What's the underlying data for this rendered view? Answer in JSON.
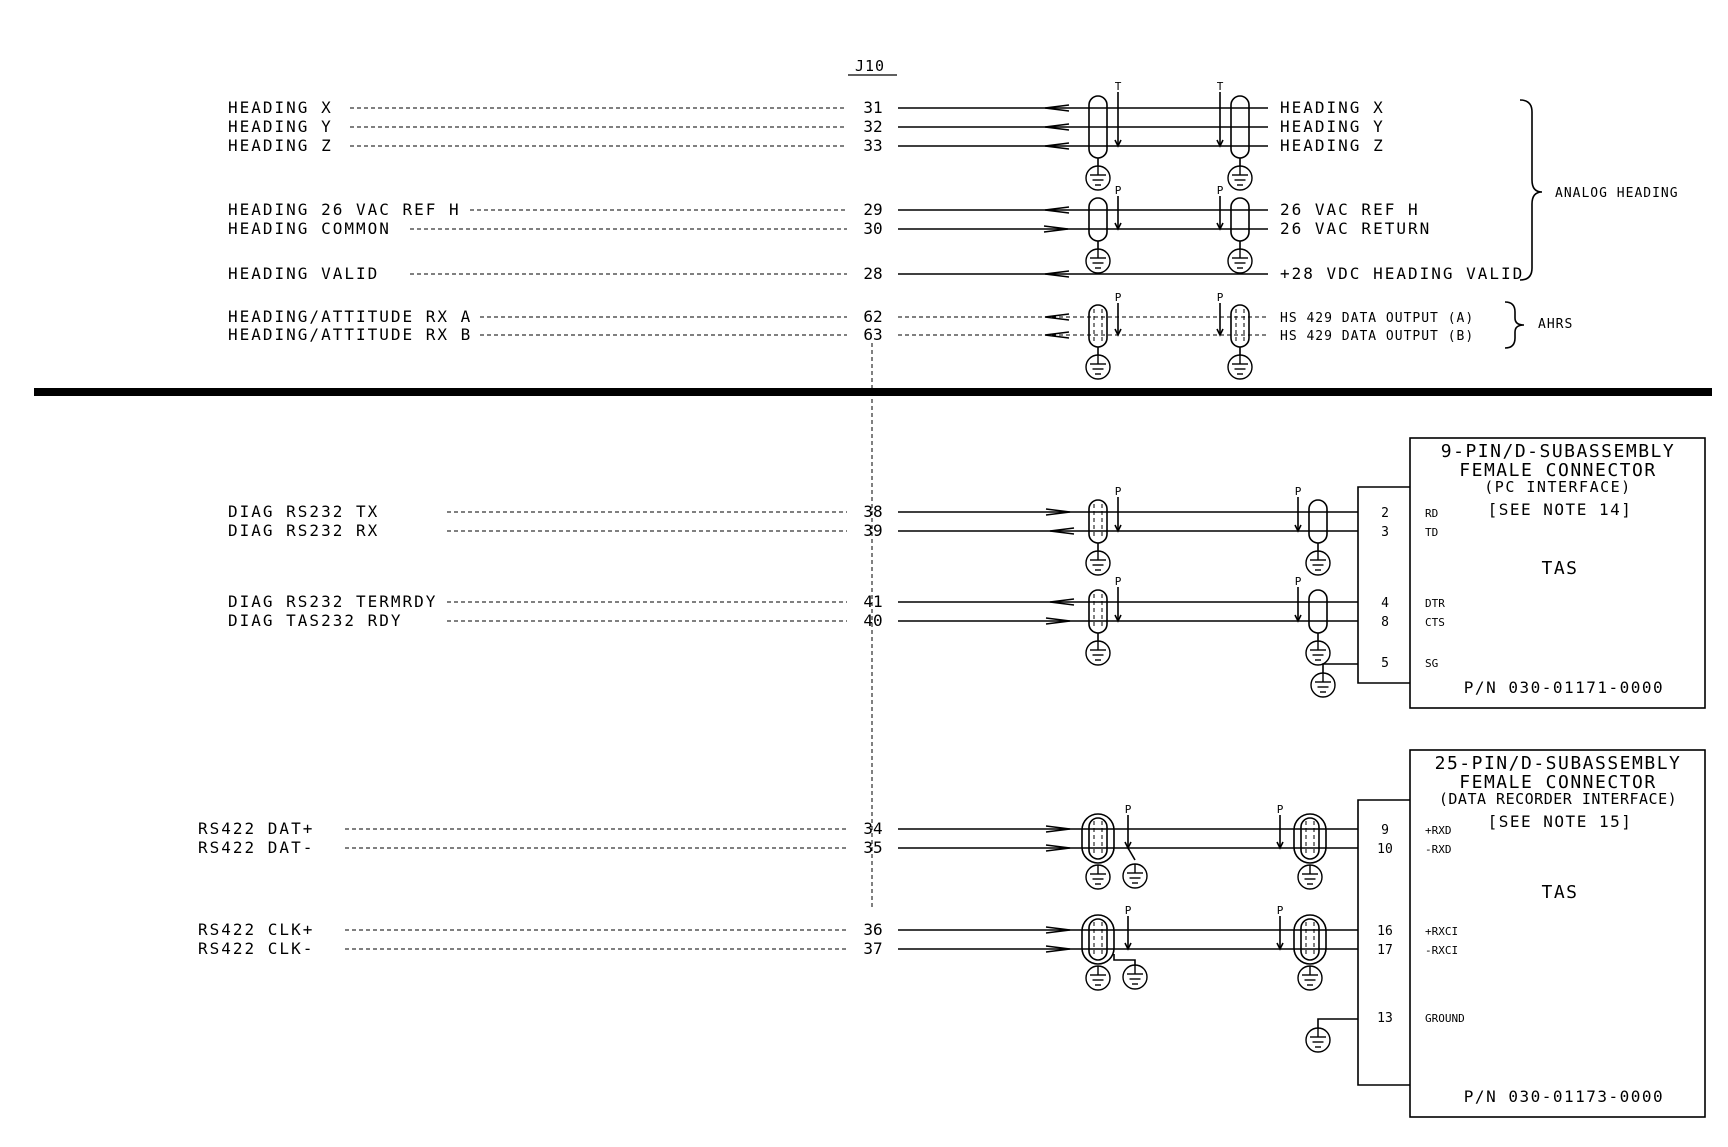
{
  "connector": "J10",
  "analog_rows": [
    {
      "label": "HEADING X",
      "pin": "31",
      "right": "HEADING X",
      "dir": "in"
    },
    {
      "label": "HEADING Y",
      "pin": "32",
      "right": "HEADING Y",
      "dir": "in"
    },
    {
      "label": "HEADING Z",
      "pin": "33",
      "right": "HEADING Z",
      "dir": "in"
    },
    {
      "label": "HEADING 26 VAC REF H",
      "pin": "29",
      "right": "26 VAC REF H",
      "dir": "in"
    },
    {
      "label": "HEADING COMMON",
      "pin": "30",
      "right": "26 VAC RETURN",
      "dir": "out"
    },
    {
      "label": "HEADING VALID",
      "pin": "28",
      "right": "+28 VDC HEADING VALID",
      "dir": "in"
    },
    {
      "label": "HEADING/ATTITUDE RX A",
      "pin": "62",
      "right": "HS 429 DATA OUTPUT (A)",
      "dir": "in"
    },
    {
      "label": "HEADING/ATTITUDE RX B",
      "pin": "63",
      "right": "HS 429 DATA OUTPUT (B)",
      "dir": "in"
    }
  ],
  "group_labels": {
    "analog": "ANALOG HEADING",
    "ahrs": "AHRS"
  },
  "shield_marks": {
    "t": "T",
    "p": "P"
  },
  "serial_rows": [
    {
      "label": "DIAG RS232 TX",
      "pin": "38",
      "conn_pin": "2",
      "signal": "RD"
    },
    {
      "label": "DIAG RS232 RX",
      "pin": "39",
      "conn_pin": "3",
      "signal": "TD"
    },
    {
      "label": "DIAG RS232 TERMRDY",
      "pin": "41",
      "conn_pin": "4",
      "signal": "DTR"
    },
    {
      "label": "DIAG TAS232 RDY",
      "pin": "40",
      "conn_pin": "8",
      "signal": "CTS"
    }
  ],
  "box1": {
    "title": [
      "9-PIN/D-SUBASSEMBLY",
      "FEMALE CONNECTOR",
      "(PC INTERFACE)"
    ],
    "note": "[SEE NOTE 14]",
    "name": "TAS",
    "ground_pin": "5",
    "ground_signal": "SG",
    "pn": "P/N 030-01171-0000"
  },
  "rs422_rows": [
    {
      "label": "RS422 DAT+",
      "pin": "34",
      "conn_pin": "9",
      "signal": "+RXD"
    },
    {
      "label": "RS422 DAT-",
      "pin": "35",
      "conn_pin": "10",
      "signal": "-RXD"
    },
    {
      "label": "RS422 CLK+",
      "pin": "36",
      "conn_pin": "16",
      "signal": "+RXCI"
    },
    {
      "label": "RS422 CLK-",
      "pin": "37",
      "conn_pin": "17",
      "signal": "-RXCI"
    }
  ],
  "box2": {
    "title": [
      "25-PIN/D-SUBASSEMBLY",
      "FEMALE CONNECTOR",
      "(DATA RECORDER INTERFACE)"
    ],
    "note": "[SEE NOTE 15]",
    "name": "TAS",
    "ground_pin": "13",
    "ground_signal": "GROUND",
    "pn": "P/N 030-01173-0000"
  }
}
